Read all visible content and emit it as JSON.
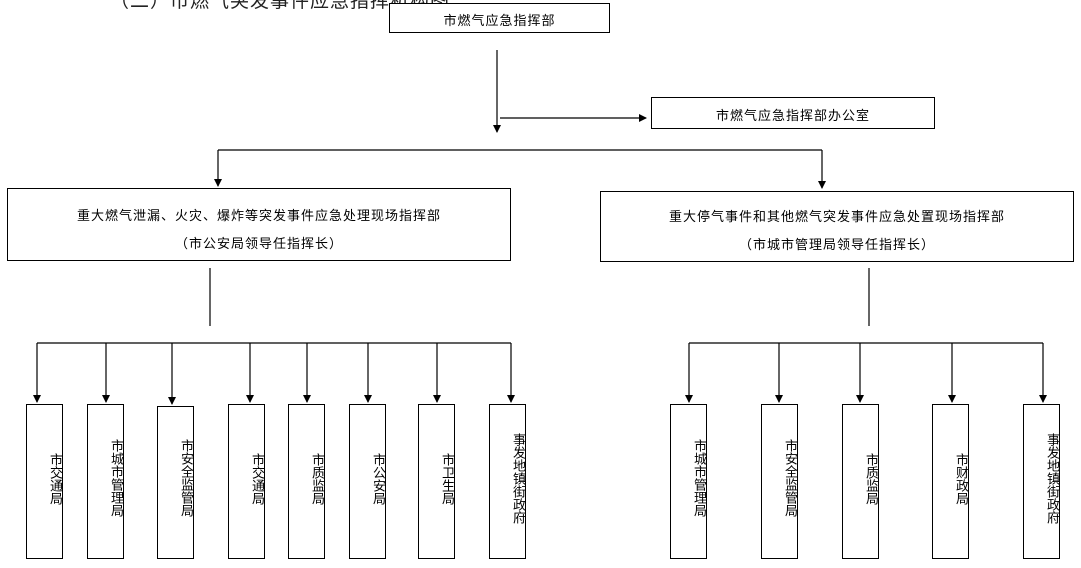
{
  "top_title_fragment": "（二）市燃气突发事件应急指挥机构图",
  "root": {
    "label": "市燃气应急指挥部"
  },
  "office": {
    "label": "市燃气应急指挥部办公室"
  },
  "left_branch": {
    "title": "重大燃气泄漏、火灾、爆炸等突发事件应急处理现场指挥部",
    "lead": "（市公安局领导任指挥长）",
    "units": [
      "市交通局",
      "市城市管理局",
      "市安全监管局",
      "市交通局",
      "市质监局",
      "市公安局",
      "市卫生局",
      "事发地镇街政府"
    ]
  },
  "right_branch": {
    "title": "重大停气事件和其他燃气突发事件应急处置现场指挥部",
    "lead": "（市城市管理局领导任指挥长）",
    "units": [
      "市城市管理局",
      "市安全监管局",
      "市质监局",
      "市财政局",
      "事发地镇街政府"
    ]
  }
}
